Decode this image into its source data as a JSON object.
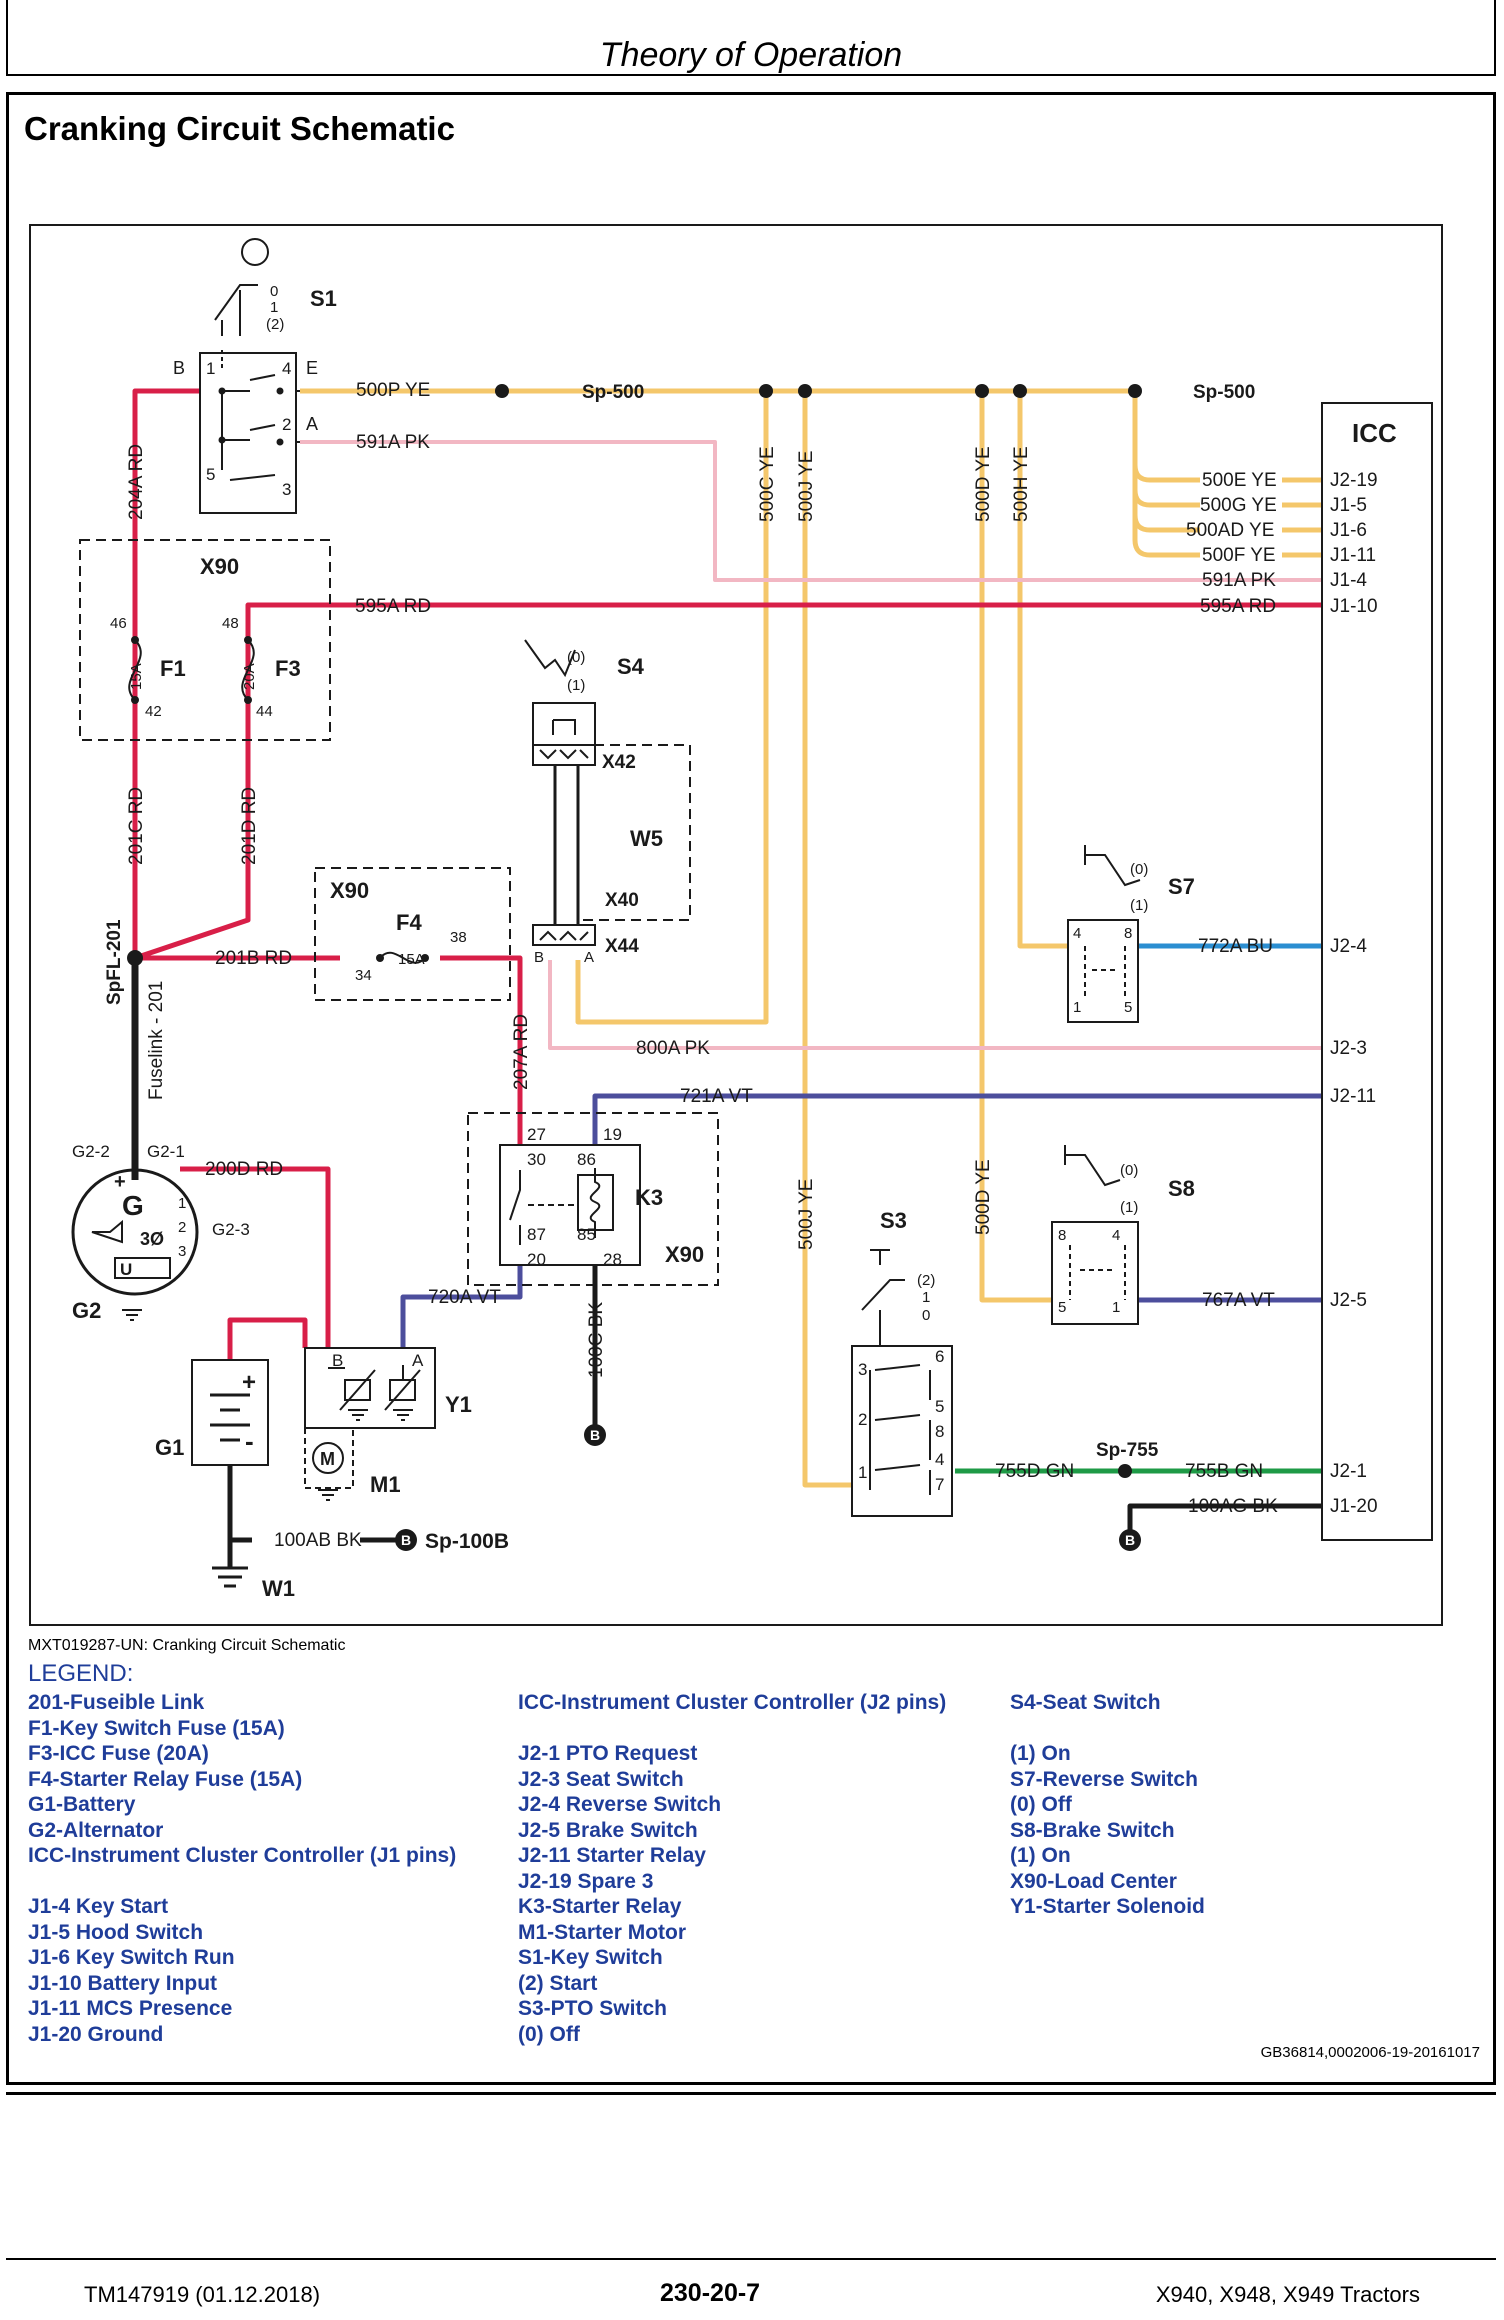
{
  "header": {
    "title": "Theory of Operation"
  },
  "section_title": "Cranking Circuit Schematic",
  "diagram": {
    "components": {
      "s1": "S1",
      "icc": "ICC",
      "x90_top": "X90",
      "x90_f4": "X90",
      "x90_k3": "X90",
      "f1": "F1",
      "f3": "F3",
      "f4": "F4",
      "s4": "S4",
      "s7": "S7",
      "s8": "S8",
      "s3": "S3",
      "w5": "W5",
      "k3": "K3",
      "y1": "Y1",
      "m1": "M1",
      "g1": "G1",
      "g2": "G2",
      "w1": "W1",
      "x42": "X42",
      "x40": "X40",
      "x44": "X44",
      "sp500a": "Sp-500",
      "sp500b": "Sp-500",
      "sp755": "Sp-755",
      "sp100b": "Sp-100B",
      "spfl": "SpFL-201",
      "fuselink": "Fuselink - 201"
    },
    "wires": {
      "w500p": "500P YE",
      "w591a": "591A PK",
      "w204a": "204A RD",
      "w595a": "595A RD",
      "w500e": "500E YE",
      "w500g": "500G YE",
      "w500ad": "500AD YE",
      "w500f": "500F YE",
      "w591a2": "591A PK",
      "w595a2": "595A RD",
      "w500c": "500C YE",
      "w500j": "500J YE",
      "w500d": "500D YE",
      "w500h": "500H YE",
      "w201c": "201C RD",
      "w201d": "201D RD",
      "w201b": "201B RD",
      "w207a": "207A RD",
      "w772a": "772A BU",
      "w800a": "800A PK",
      "w721a": "721A VT",
      "w200d": "200D RD",
      "w500j2": "500J YE",
      "w500d2": "500D YE",
      "w767a": "767A VT",
      "w720a": "720A VT",
      "w100c": "100C BK",
      "w755d": "755D GN",
      "w755b": "755B GN",
      "w100ag": "100AG BK",
      "w100ab": "100AB BK"
    },
    "pins": {
      "j219": "J2-19",
      "j15": "J1-5",
      "j16": "J1-6",
      "j111": "J1-11",
      "j14": "J1-4",
      "j110": "J1-10",
      "j24": "J2-4",
      "j23": "J2-3",
      "j211": "J2-11",
      "j25": "J2-5",
      "j21": "J2-1",
      "j120": "J1-20"
    },
    "fuse_ratings": {
      "f1": "15A",
      "f3": "20A",
      "f4": "15A"
    },
    "terminals": {
      "n0": "0",
      "n1": "1",
      "n2p": "(2)",
      "nB": "B",
      "n1b": "1",
      "n4": "4",
      "nE": "E",
      "n2": "2",
      "nA": "A",
      "n5": "5",
      "n3": "3",
      "n46": "46",
      "n42": "42",
      "n48": "48",
      "n44": "44",
      "n34": "34",
      "n38": "38",
      "s40": "(0)",
      "s41": "(1)",
      "nB2": "B",
      "nA2": "A",
      "s70": "(0)",
      "s71": "(1)",
      "s7a": "4",
      "s7b": "8",
      "s7c": "1",
      "s7d": "5",
      "k27": "27",
      "k19": "19",
      "k30": "30",
      "k86": "86",
      "k87": "87",
      "k85": "85",
      "k20": "20",
      "k28": "28",
      "s80": "(0)",
      "s81": "(1)",
      "s8a": "8",
      "s8b": "4",
      "s8c": "5",
      "s8d": "1",
      "s32": "(2)",
      "s31": "1",
      "s30": "0",
      "t6": "6",
      "t3": "3",
      "t5": "5",
      "t2": "2",
      "t8": "8",
      "t4": "4",
      "t1": "1",
      "t7": "7",
      "g22": "G2-2",
      "g21": "G2-1",
      "g23": "G2-3",
      "gG": "G",
      "g3ph": "3Ø",
      "yB": "B",
      "yA": "A",
      "plus": "+",
      "minus": "-",
      "M": "M",
      "gP": "+",
      "gU": "U",
      "g1t": "1",
      "g2t": "2",
      "g3t": "3",
      "bB1": "B",
      "bB2": "B",
      "bB3": "B"
    },
    "colors": {
      "red": "#d81f48",
      "yellow": "#f4c76b",
      "pink": "#f2b7c3",
      "violet": "#4c4e9c",
      "blue": "#2b8ed1",
      "green": "#1e9a46",
      "black": "#1a1a1a"
    }
  },
  "caption": "MXT019287-UN: Cranking Circuit Schematic",
  "legend": {
    "title": "LEGEND:",
    "col1": [
      "201-Fuseible Link",
      "F1-Key Switch Fuse (15A)",
      "F3-ICC Fuse (20A)",
      "F4-Starter Relay Fuse (15A)",
      "G1-Battery",
      "G2-Alternator",
      "ICC-Instrument Cluster Controller (J1 pins)",
      "",
      "J1-4 Key Start",
      "J1-5 Hood Switch",
      "J1-6 Key Switch Run",
      "J1-10 Battery Input",
      "J1-11 MCS Presence",
      "J1-20 Ground"
    ],
    "col2": [
      "ICC-Instrument Cluster Controller (J2 pins)",
      "",
      "J2-1 PTO Request",
      "J2-3 Seat Switch",
      "J2-4 Reverse Switch",
      "J2-5 Brake Switch",
      "J2-11 Starter Relay",
      "J2-19 Spare 3",
      "K3-Starter Relay",
      "M1-Starter Motor",
      "S1-Key Switch",
      "(2) Start",
      "S3-PTO Switch",
      "(0) Off"
    ],
    "col3": [
      "S4-Seat Switch",
      "",
      "(1) On",
      "S7-Reverse Switch",
      "(0) Off",
      "S8-Brake Switch",
      "(1) On",
      "X90-Load Center",
      "Y1-Starter Solenoid"
    ]
  },
  "ref_code": "GB36814,0002006-19-20161017",
  "footer": {
    "left": "TM147919 (01.12.2018)",
    "center": "230-20-7",
    "right": "X940, X948, X949 Tractors"
  }
}
